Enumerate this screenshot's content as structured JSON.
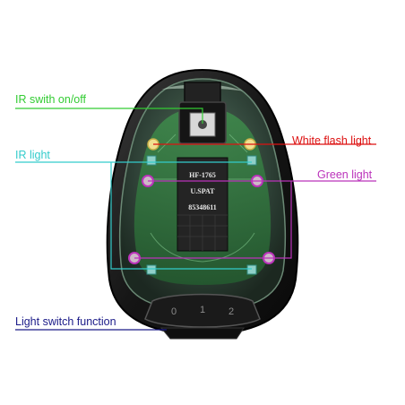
{
  "colors": {
    "ir_switch": "#33cc33",
    "ir_light": "#33cccc",
    "white_flash": "#dd1111",
    "green_light": "#bb33bb",
    "light_switch": "#1a1a88",
    "body": "#1c1c1c",
    "lens": "#3b5548",
    "pcb": "#2e6b3a"
  },
  "labels": {
    "ir_switch": "IR swith on/off",
    "ir_light": "IR light",
    "white_flash": "White flash light",
    "green_light": "Green light",
    "light_switch": "Light switch function"
  },
  "chip": {
    "line1": "HF-1765",
    "line2": "U.SPAT",
    "line3": "85348611"
  },
  "dial": {
    "marks": [
      "0",
      "1",
      "2"
    ]
  },
  "icons": {
    "ir_switch": "slide-switch-icon",
    "leds": "led-icon"
  }
}
